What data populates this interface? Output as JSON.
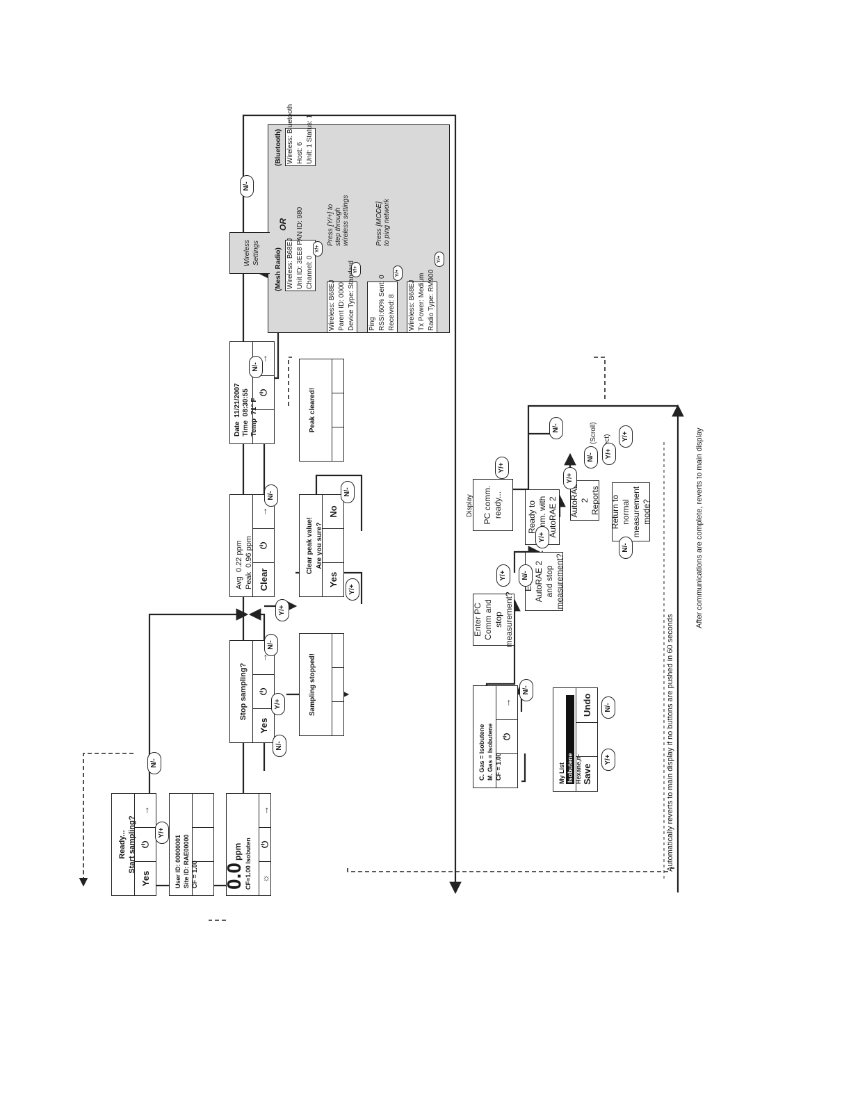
{
  "screens": {
    "ready": {
      "line1": "Ready...",
      "line2": "Start sampling?",
      "soft_left": "Yes",
      "soft_mid": "⏻",
      "soft_right": "→"
    },
    "user_info": {
      "line1": "User ID: 00000001",
      "line2": "Site ID: RAE00000",
      "line3": "CF = 1.00"
    },
    "reading": {
      "value": "0.0",
      "unit": "ppm",
      "status": "CF=1.00 Isobuten"
    },
    "stop_sampling": {
      "line1": "Stop sampling?",
      "soft_left": "Yes",
      "soft_mid": "⏻",
      "soft_right": "→"
    },
    "sampling_stopped": {
      "line1": "Sampling stopped!"
    },
    "avg_peak": {
      "avg_label": "Avg",
      "avg_value": "0.22 ppm",
      "peak_label": "Peak",
      "peak_value": "0.96 ppm",
      "soft_left": "Clear",
      "soft_mid": "⏻",
      "soft_right": "→"
    },
    "clear_peak": {
      "line1": "Clear peak value!",
      "line2": "Are you sure?",
      "soft_left": "Yes",
      "soft_right": "No"
    },
    "peak_cleared": {
      "line1": "Peak cleared!"
    },
    "date_time": {
      "date_label": "Date",
      "date_value": "11/21/2007",
      "time_label": "Time",
      "time_value": "08:30:55",
      "temp_label": "Temp",
      "temp_value": "71° F",
      "soft_mid": "⏻",
      "soft_right": "→"
    },
    "gas": {
      "line1": "C. Gas = Isobutene",
      "line2": "M. Gas = Isobutene",
      "line3": "CF = 1.00",
      "soft_mid": "⏻",
      "soft_right": "→"
    },
    "mylist": {
      "title": "My List",
      "item1": "Isobutene",
      "item2": "Hexane,n-",
      "soft_left": "Save",
      "soft_right": "Undo"
    }
  },
  "buttons": {
    "yes": "Y/+",
    "no": "N/-"
  },
  "wireless": {
    "tab": "Wireless\nSettings",
    "mesh_title": "(Mesh Radio)",
    "bt_title": "(Bluetooth)",
    "or_text": "OR",
    "mesh1": [
      "Wireless: B68EJ",
      "Unit ID: 3EE8  PAN ID: 980",
      "Channel: 0"
    ],
    "mesh2": [
      "Wireless: B68EJ",
      "Parent ID: 0000",
      "Device Type: Standard"
    ],
    "mesh3": [
      "Ping",
      "RSSI:60%   Sent: 0",
      "Received: 8"
    ],
    "mesh4": [
      "Wireless: B68EJ",
      "Tx Power: Medium",
      "Radio Type: RM900"
    ],
    "bt": [
      "Wireless: Bluetooth",
      "Host: 6",
      "Unit: 1     Status: 1"
    ],
    "note_step": "Press [Y/+] to step through wireless settings",
    "note_ping": "Press [MODE] to ping network"
  },
  "pc": {
    "enter_pc": "Enter PC Comm and stop measurement?",
    "display_label": "Display",
    "pc_ready": "PC comm. ready...",
    "enter_autorae": "Enter AutoRAE 2 and stop measurement?",
    "ready_autorae": "Ready to comm. with AutoRAE 2",
    "reports": "AutoRAE 2 Reports",
    "scroll": "(Scroll)",
    "select": "(Select)",
    "return_normal": "Return to normal measurement mode?"
  },
  "notes": {
    "auto_revert": "Automatically reverts to main display if no buttons are pushed in 60 seconds",
    "after_comm": "After communications are complete, reverts to main display"
  }
}
